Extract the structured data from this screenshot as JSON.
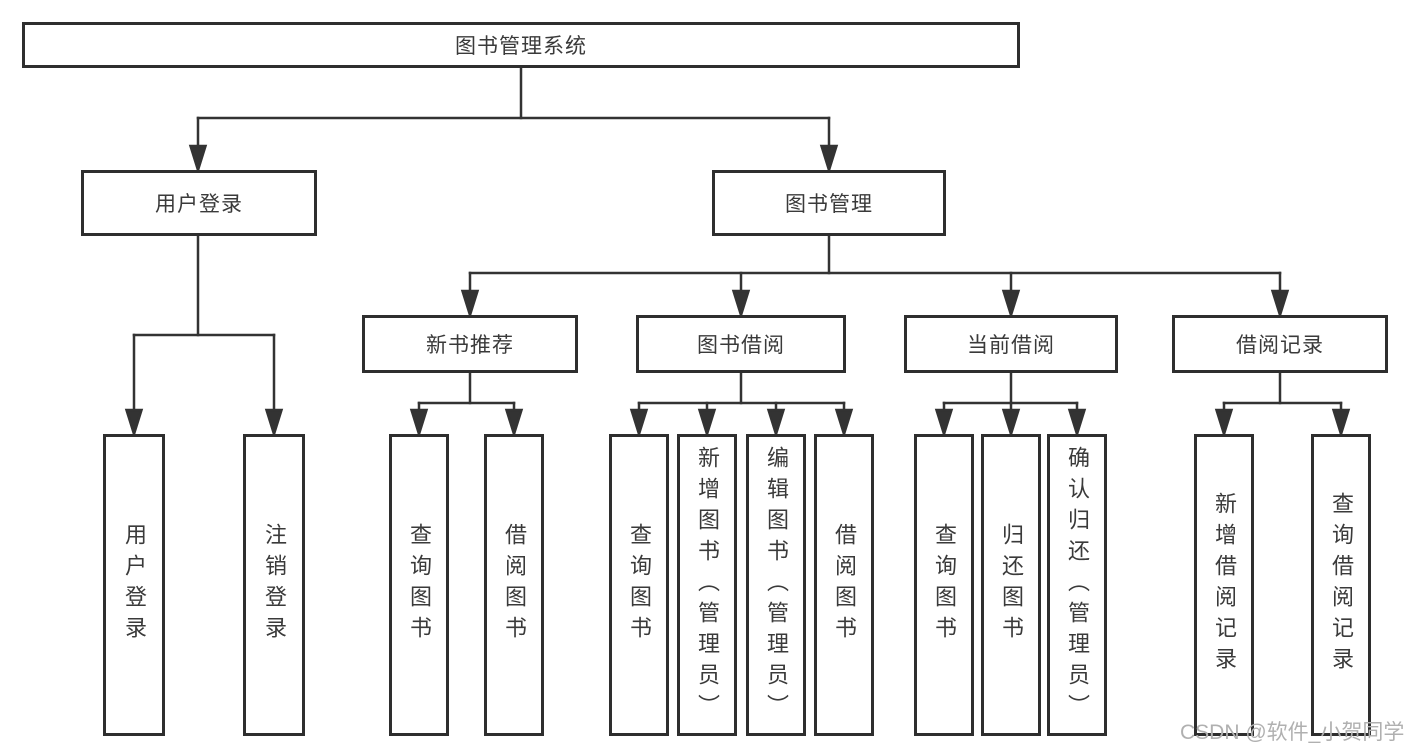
{
  "tree": {
    "root": {
      "label": "图书管理系统"
    },
    "branches": [
      {
        "label": "用户登录",
        "leaves": [
          "用户登录",
          "注销登录"
        ]
      },
      {
        "label": "图书管理",
        "children": [
          {
            "label": "新书推荐",
            "leaves": [
              "查询图书",
              "借阅图书"
            ]
          },
          {
            "label": "图书借阅",
            "leaves": [
              "查询图书",
              "新增图书（管理员）",
              "编辑图书（管理员）",
              "借阅图书"
            ]
          },
          {
            "label": "当前借阅",
            "leaves": [
              "查询图书",
              "归还图书",
              "确认归还（管理员）"
            ]
          },
          {
            "label": "借阅记录",
            "leaves": [
              "新增借阅记录",
              "查询借阅记录"
            ]
          }
        ]
      }
    ]
  },
  "watermark": "CSDN @软件_小贺同学",
  "colors": {
    "line": "#333333",
    "box_border": "#2e2e2e",
    "text": "#3a3a3a",
    "watermark": "#b0b0b0",
    "background": "#ffffff"
  }
}
